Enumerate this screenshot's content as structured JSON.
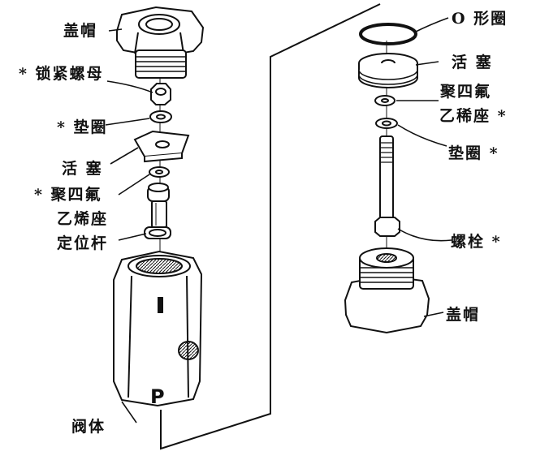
{
  "left_assembly": {
    "cap": "盖帽",
    "lock_nut": "* 锁紧螺母",
    "washer": "* 垫圈",
    "piston": "活 塞",
    "ptfe_seat_line1": "* 聚四氟",
    "ptfe_seat_line2": "乙烯座",
    "locating_rod": "定位杆",
    "valve_body": "阀体",
    "port_marks": {
      "upper": "I",
      "lower": "P"
    }
  },
  "right_assembly": {
    "o_ring": "O 形圈",
    "piston": "活 塞",
    "ptfe_seat_line1": "聚四氟",
    "ptfe_seat_line2": "乙稀座 *",
    "washer": "垫圈 *",
    "bolt": "螺栓 *",
    "cap": "盖帽"
  },
  "colors": {
    "ink": "#111111",
    "paper": "#ffffff",
    "shade": "#555555"
  }
}
